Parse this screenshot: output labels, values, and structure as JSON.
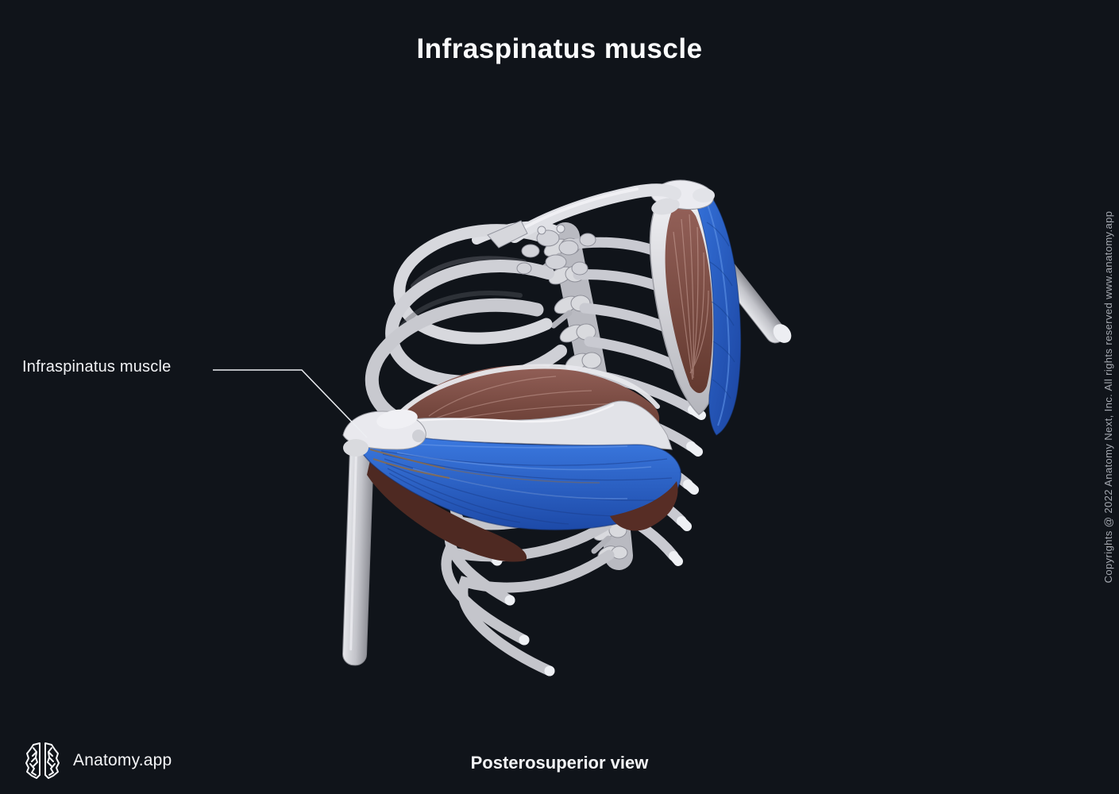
{
  "page": {
    "title": "Infraspinatus muscle",
    "view_caption": "Posterosuperior view",
    "copyright": "Copyrights @ 2022 Anatomy Next, Inc. All rights reserved www.anatomy.app",
    "background_color": "#10141a"
  },
  "annotation": {
    "label": "Infraspinatus muscle"
  },
  "branding": {
    "name": "Anatomy.app",
    "logo_icon": "brain-icon"
  },
  "illustration": {
    "alt": "Posterosuperior view of the thoracic skeleton with both scapulae; the infraspinatus muscle of each shoulder is highlighted in blue, neighboring rotator cuff muscles shown in dark red",
    "colors": {
      "highlight_blue": "#2b66d9",
      "highlight_blue_dark": "#1d4aa8",
      "muscle_red": "#8a554c",
      "muscle_dark_red": "#4e2922",
      "bone_light": "#e9e9ee",
      "bone_mid": "#c6c7cd",
      "bone_shadow": "#8f9097",
      "leader_line": "#eceef2",
      "tendon_tan": "#8f6b42"
    }
  }
}
